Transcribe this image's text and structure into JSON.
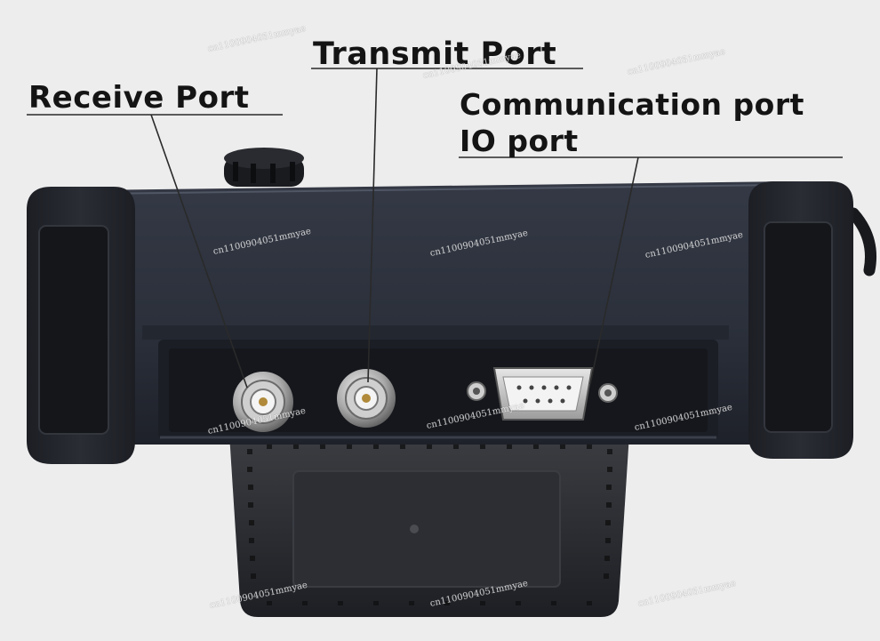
{
  "labels": {
    "transmit": "Transmit Port",
    "receive": "Receive Port",
    "communication": "Communication port",
    "io": "IO port"
  },
  "watermark": "cn1100904051mmyae",
  "colors": {
    "background": "#ededed",
    "device_body": "#2a2e38",
    "bumper": "#23262d",
    "label_text": "#141414",
    "leader_line": "#2a2a2a"
  }
}
